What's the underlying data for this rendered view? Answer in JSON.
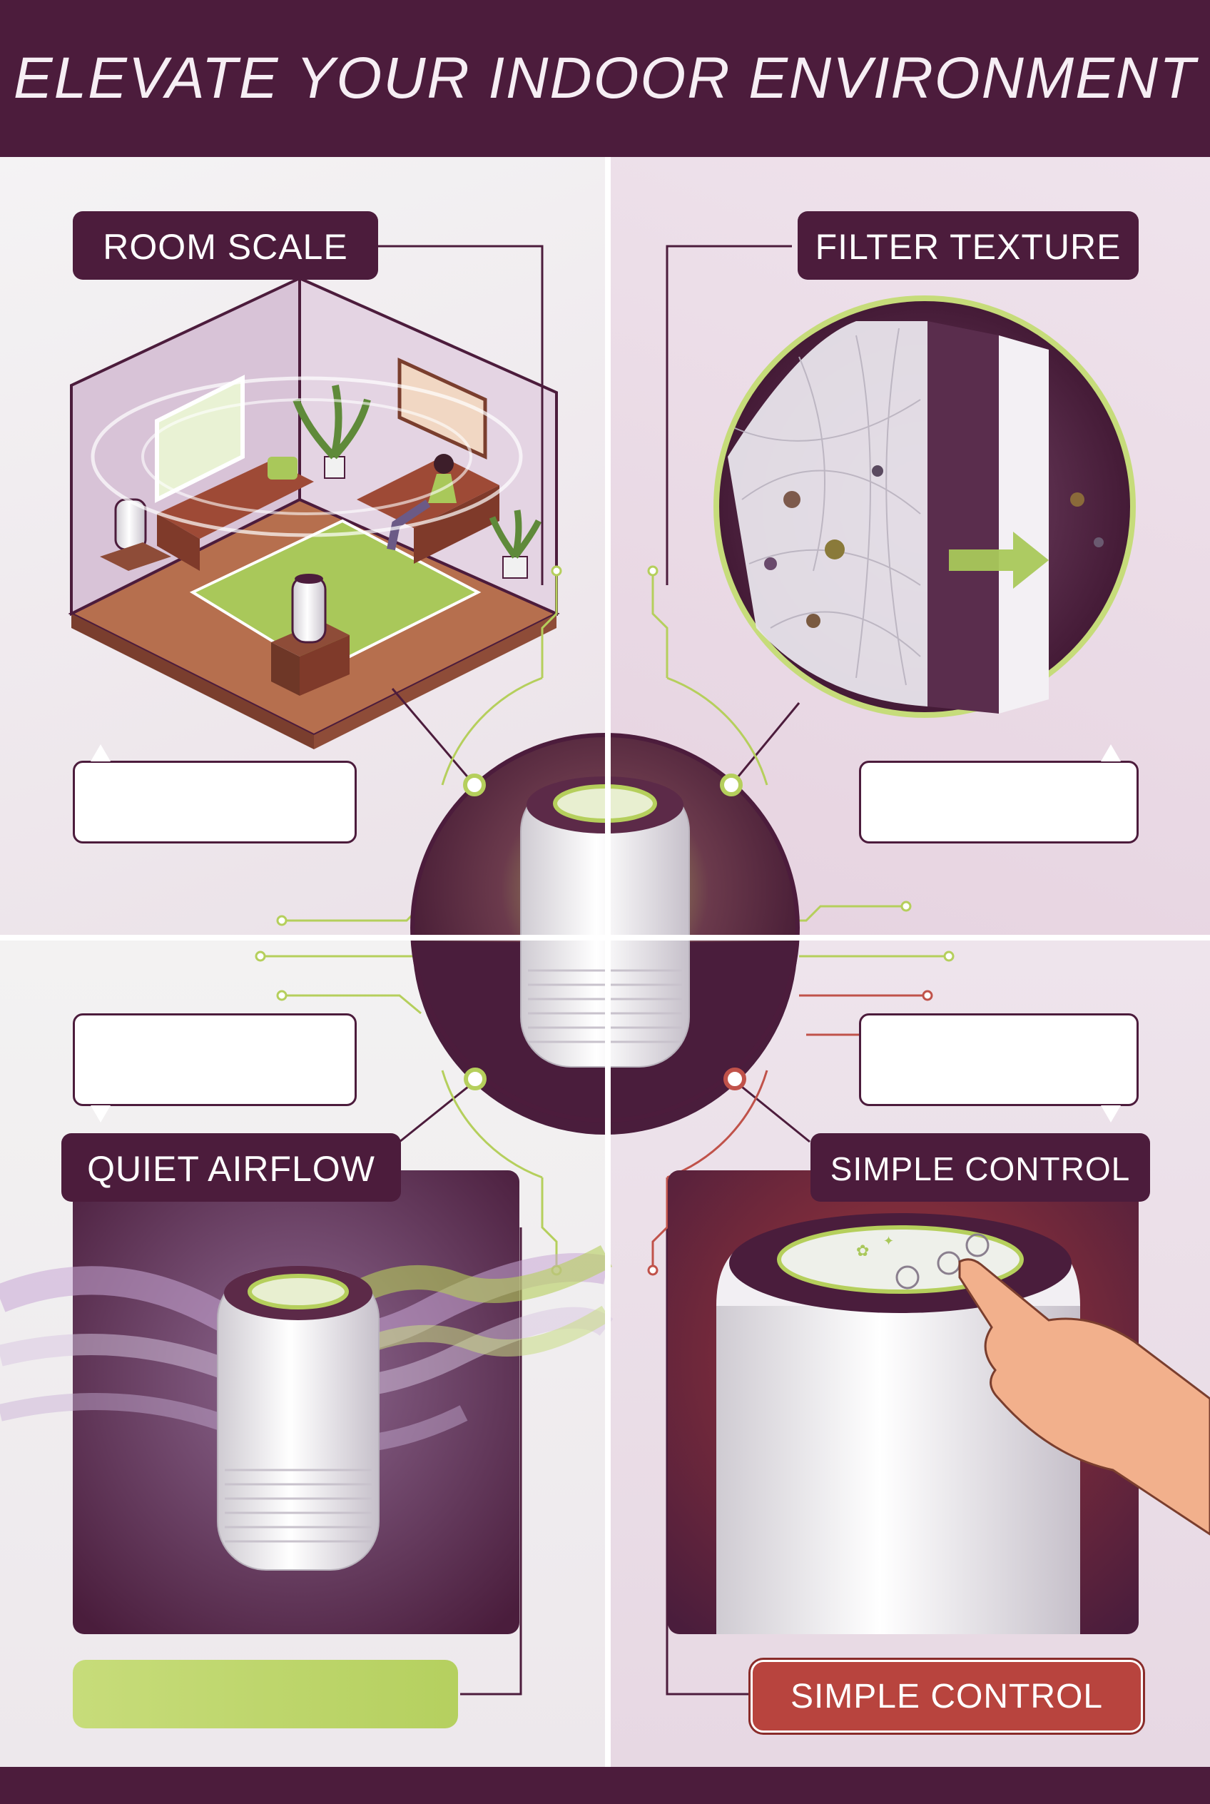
{
  "header": {
    "title": "ELEVATE YOUR INDOOR ENVIRONMENT"
  },
  "panels": {
    "room_scale": {
      "tag": "ROOM SCALE"
    },
    "filter_texture": {
      "tag": "FILTER TEXTURE"
    },
    "quiet_airflow": {
      "tag": "QUIET AIRFLOW"
    },
    "simple_control": {
      "tag": "SIMPLE CONTROL"
    }
  },
  "cta": {
    "simple_control_button": "SIMPLE CONTROL"
  },
  "colors": {
    "brand_plum": "#4c1c3c",
    "accent_lime": "#b5d05f",
    "accent_red": "#b8443e",
    "background": "#f1eff1"
  },
  "icons": [
    "air-purifier-icon",
    "pointing-hand-icon",
    "airflow-wave-icon",
    "filter-fiber-icon",
    "sofa-icon",
    "plant-icon"
  ]
}
